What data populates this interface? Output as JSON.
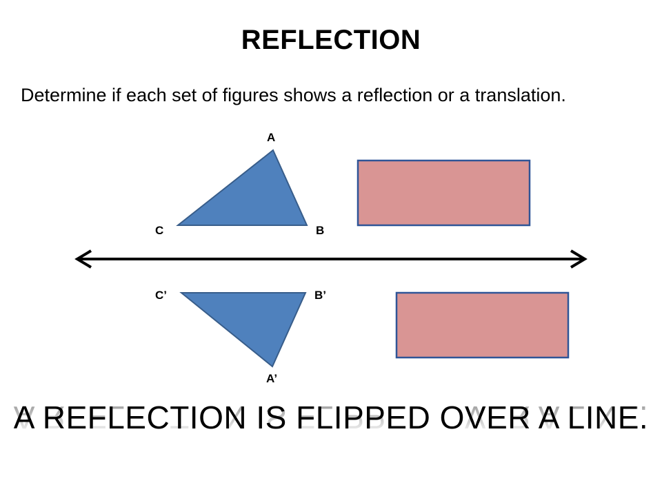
{
  "title": "REFLECTION",
  "instruction": "Determine if each set of figures shows a reflection or a translation.",
  "figure": {
    "labels": {
      "A": "A",
      "B": "B",
      "C": "C",
      "A_prime": "A’",
      "B_prime": "B’",
      "C_prime": "C’"
    },
    "colors": {
      "triangle_fill": "#4f81bd",
      "triangle_stroke": "#385d8a",
      "rectangle_fill": "#d99594",
      "rectangle_stroke": "#2f5597",
      "line": "#000000"
    }
  },
  "caption": "A REFLECTION IS FLIPPED OVER A LINE."
}
